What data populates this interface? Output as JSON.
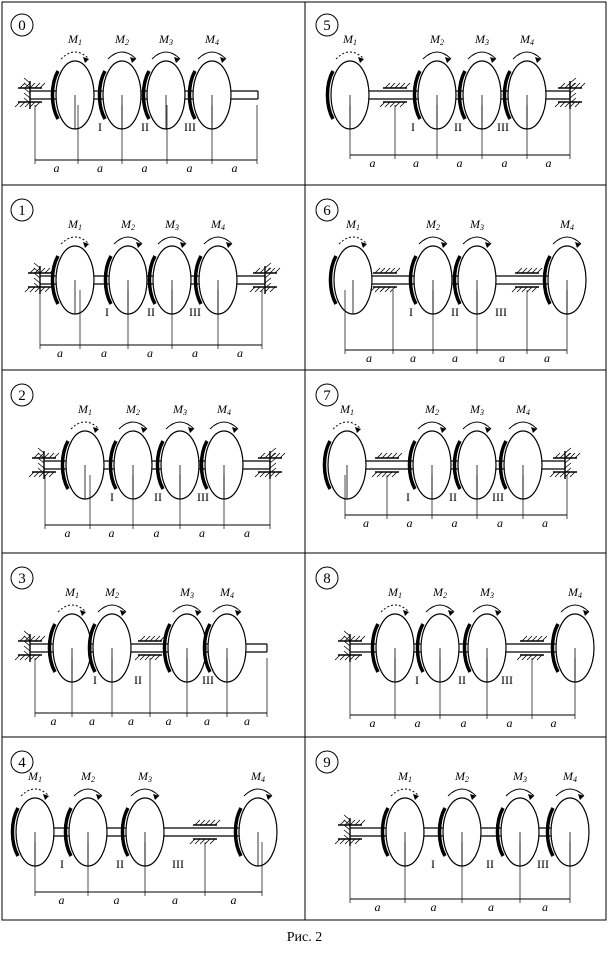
{
  "caption": "Рис. 2",
  "dim_label": "a",
  "panels": [
    {
      "id": "0",
      "moments": [
        "M1",
        "M2",
        "M3",
        "M4"
      ],
      "segments": [
        "I",
        "II",
        "III"
      ]
    },
    {
      "id": "1",
      "moments": [
        "M1",
        "M2",
        "M3",
        "M4"
      ],
      "segments": [
        "I",
        "II",
        "III"
      ]
    },
    {
      "id": "2",
      "moments": [
        "M1",
        "M2",
        "M3",
        "M4"
      ],
      "segments": [
        "I",
        "II",
        "III"
      ]
    },
    {
      "id": "3",
      "moments": [
        "M1",
        "M2",
        "M3",
        "M4"
      ],
      "segments": [
        "I",
        "II",
        "III"
      ]
    },
    {
      "id": "4",
      "moments": [
        "M1",
        "M2",
        "M3",
        "M4"
      ],
      "segments": [
        "I",
        "II",
        "III"
      ]
    },
    {
      "id": "5",
      "moments": [
        "M1",
        "M2",
        "M3",
        "M4"
      ],
      "segments": [
        "I",
        "II",
        "III"
      ]
    },
    {
      "id": "6",
      "moments": [
        "M1",
        "M2",
        "M3",
        "M4"
      ],
      "segments": [
        "I",
        "II",
        "III"
      ]
    },
    {
      "id": "7",
      "moments": [
        "M1",
        "M2",
        "M3",
        "M4"
      ],
      "segments": [
        "I",
        "II",
        "III"
      ]
    },
    {
      "id": "8",
      "moments": [
        "M1",
        "M2",
        "M3",
        "M4"
      ],
      "segments": [
        "I",
        "II",
        "III"
      ]
    },
    {
      "id": "9",
      "moments": [
        "M1",
        "M2",
        "M3",
        "M4"
      ],
      "segments": [
        "I",
        "II",
        "III"
      ]
    }
  ]
}
